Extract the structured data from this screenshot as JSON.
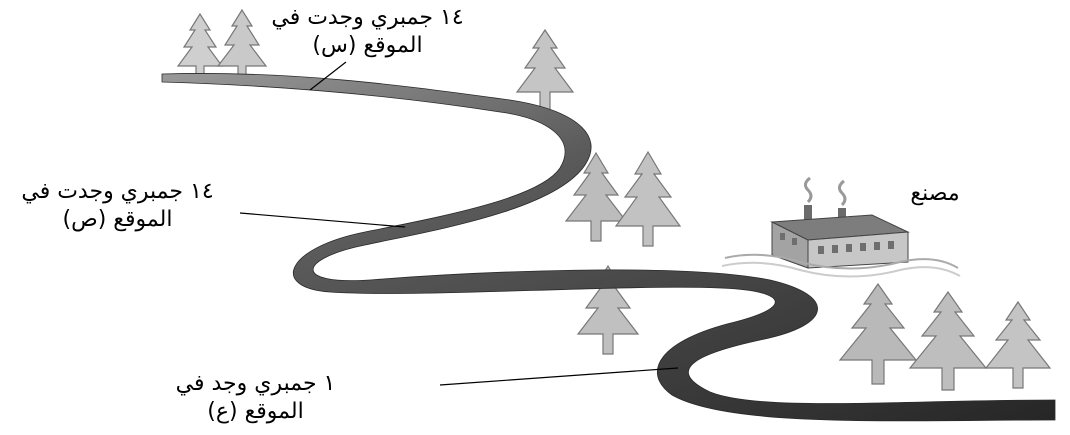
{
  "labels": {
    "site_s_line1": "١٤ جمبري وجدت في",
    "site_s_line2": "الموقع (س)",
    "site_p_line1": "١٤ جمبري وجدت في",
    "site_p_line2": "الموقع (ص)",
    "site_a_line1": "١ جمبري وجد في",
    "site_a_line2": "الموقع (ع)",
    "factory": "مصنع"
  },
  "colors": {
    "river_dark": "#2e2e2e",
    "river_mid": "#5a5a5a",
    "river_light": "#9a9a9a",
    "tree_fill": "#bdbdbd",
    "factory_wall": "#b5b5b5",
    "factory_roof": "#7d7d7d"
  }
}
